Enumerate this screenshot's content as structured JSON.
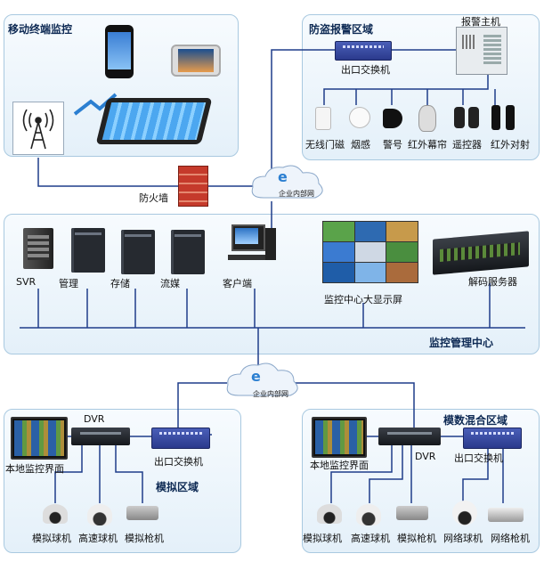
{
  "panels": {
    "mobile": "移动终端监控",
    "alarm": "防盗报警区域",
    "analog": "模拟区域",
    "mixed": "模数混合区域",
    "center": "监控管理中心"
  },
  "labels": {
    "alarm_host": "报警主机",
    "alarm_switch": "出口交换机",
    "sensor_magnet": "无线门磁",
    "sensor_smoke": "烟感",
    "sensor_siren": "警号",
    "sensor_curtain": "红外幕帘",
    "sensor_remote": "遥控器",
    "sensor_beam": "红外对射",
    "firewall": "防火墙",
    "cloud_top": "企业内部网",
    "cloud_bottom": "企业内部网",
    "svr": "SVR",
    "manage": "管理",
    "storage": "存储",
    "media": "流媒",
    "client": "客户端",
    "big_screen": "监控中心大显示屏",
    "decoder": "解码服务器",
    "analog_dvr": "DVR",
    "analog_local": "本地监控界面",
    "analog_switch": "出口交换机",
    "analog_dome": "模拟球机",
    "analog_speed": "高速球机",
    "analog_gun": "模拟枪机",
    "mixed_local": "本地监控界面",
    "mixed_dvr": "DVR",
    "mixed_switch": "出口交换机",
    "mixed_dome": "模拟球机",
    "mixed_speed": "高速球机",
    "mixed_gun": "模拟枪机",
    "mixed_netdome": "网络球机",
    "mixed_netgun": "网络枪机"
  },
  "icons": {
    "cloud": "cloud-ie-icon",
    "antenna": "antenna-icon",
    "phone": "smartphone-icon",
    "tablet": "tablet-icon",
    "firewall": "firewall-icon"
  },
  "colors": {
    "panel_border": "#a9c9e0",
    "wire": "#1f3d8a",
    "title": "#0e2a54",
    "accent_blue": "#2b7fd1"
  }
}
